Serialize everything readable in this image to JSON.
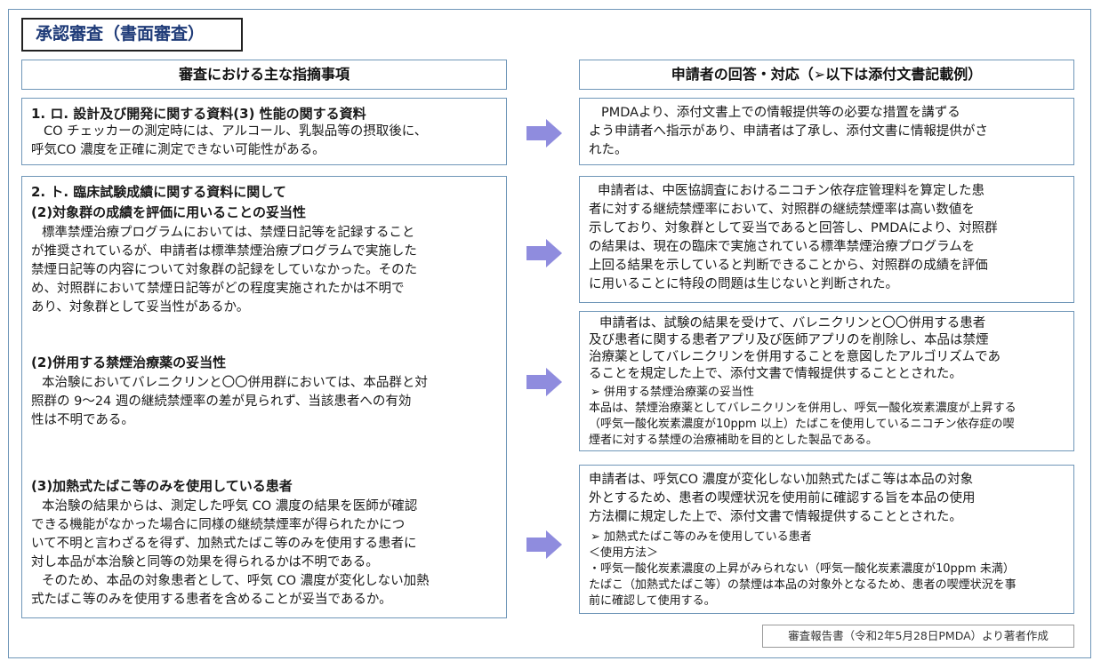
{
  "title": "承認審査（書面審査）",
  "headers": {
    "left": "審査における主な指摘事項",
    "right": "申請者の回答・対応（➢以下は添付文書記載例）"
  },
  "left": {
    "b1": {
      "heading": "1. ロ. 設計及び開発に関する資料(3) 性能の関する資料",
      "lines": [
        "CO チェッカーの測定時には、アルコール、乳製品等の摂取後に、",
        "呼気CO 濃度を正確に測定できない可能性がある。"
      ]
    },
    "b2": {
      "heading1": "2. ト. 臨床試験成績に関する資料に関して",
      "heading2": "(2)対象群の成績を評価に用いることの妥当性",
      "lines": [
        "標準禁煙治療プログラムにおいては、禁煙日記等を記録すること",
        "が推奨されているが、申請者は標準禁煙治療プログラムで実施した",
        "禁煙日記等の内容について対象群の記録をしていなかった。そのた",
        "め、対照群において禁煙日記等がどの程度実施されたかは不明で",
        "あり、対象群として妥当性があるか。"
      ],
      "heading3": "(2)併用する禁煙治療薬の妥当性",
      "lines2": [
        "本治験においてバレニクリンと〇〇併用群においては、本品群と対",
        "照群の 9～24 週の継続禁煙率の差が見られず、当該患者への有効",
        "性は不明である。"
      ],
      "heading4": "(3)加熱式たばこ等のみを使用している患者",
      "lines3": [
        "本治験の結果からは、測定した呼気 CO 濃度の結果を医師が確認",
        "できる機能がなかった場合に同様の継続禁煙率が得られたかにつ",
        "いて不明と言わざるを得ず、加熱式たばこ等のみを使用する患者に",
        "対し本品が本治験と同等の効果を得られるかは不明である。",
        "そのため、本品の対象患者として、呼気 CO 濃度が変化しない加熱",
        "式たばこ等のみを使用する患者を含めることが妥当であるか。"
      ]
    }
  },
  "right": {
    "r1": [
      "PMDAより、添付文書上での情報提供等の必要な措置を講ずる",
      "よう申請者へ指示があり、申請者は了承し、添付文書に情報提供がさ",
      "れた。"
    ],
    "r2": [
      "申請者は、中医協調査におけるニコチン依存症管理料を算定した患",
      "者に対する継続禁煙率において、対照群の継続禁煙率は高い数値を",
      "示しており、対象群として妥当であると回答し、PMDAにより、対照群",
      "の結果は、現在の臨床で実施されている標準禁煙治療プログラムを",
      "上回る結果を示していると判断できることから、対照群の成績を評価",
      "に用いることに特段の問題は生じないと判断された。"
    ],
    "r3": [
      "申請者は、試験の結果を受けて、バレニクリンと〇〇併用する患者",
      "及び患者に関する患者アプリ及び医師アプリのを削除し、本品は禁煙",
      "治療薬としてバレニクリンを併用することを意図したアルゴリズムであ",
      "ることを規定した上で、添付文書で情報提供することとされた。"
    ],
    "r3_bullet": "➢ 併用する禁煙治療薬の妥当性",
    "r3_small": [
      "本品は、禁煙治療薬としてバレニクリンを併用し、呼気一酸化炭素濃度が上昇する",
      "（呼気一酸化炭素濃度が10ppm 以上）たばこを使用しているニコチン依存症の喫",
      "煙者に対する禁煙の治療補助を目的とした製品である。"
    ],
    "r4": [
      "申請者は、呼気CO 濃度が変化しない加熱式たばこ等は本品の対象",
      "外とするため、患者の喫煙状況を使用前に確認する旨を本品の使用",
      "方法欄に規定した上で、添付文書で情報提供することとされた。"
    ],
    "r4_bullet": "➢ 加熱式たばこ等のみを使用している患者",
    "r4_usage": "＜使用方法＞",
    "r4_small": [
      "・呼気一酸化炭素濃度の上昇がみられない（呼気一酸化炭素濃度が10ppm 未満）",
      "たばこ（加熱式たばこ等）の禁煙は本品の対象外となるため、患者の喫煙状況を事",
      "前に確認して使用する。"
    ]
  },
  "source": "審査報告書（令和2年5月28日PMDA）より著者作成"
}
